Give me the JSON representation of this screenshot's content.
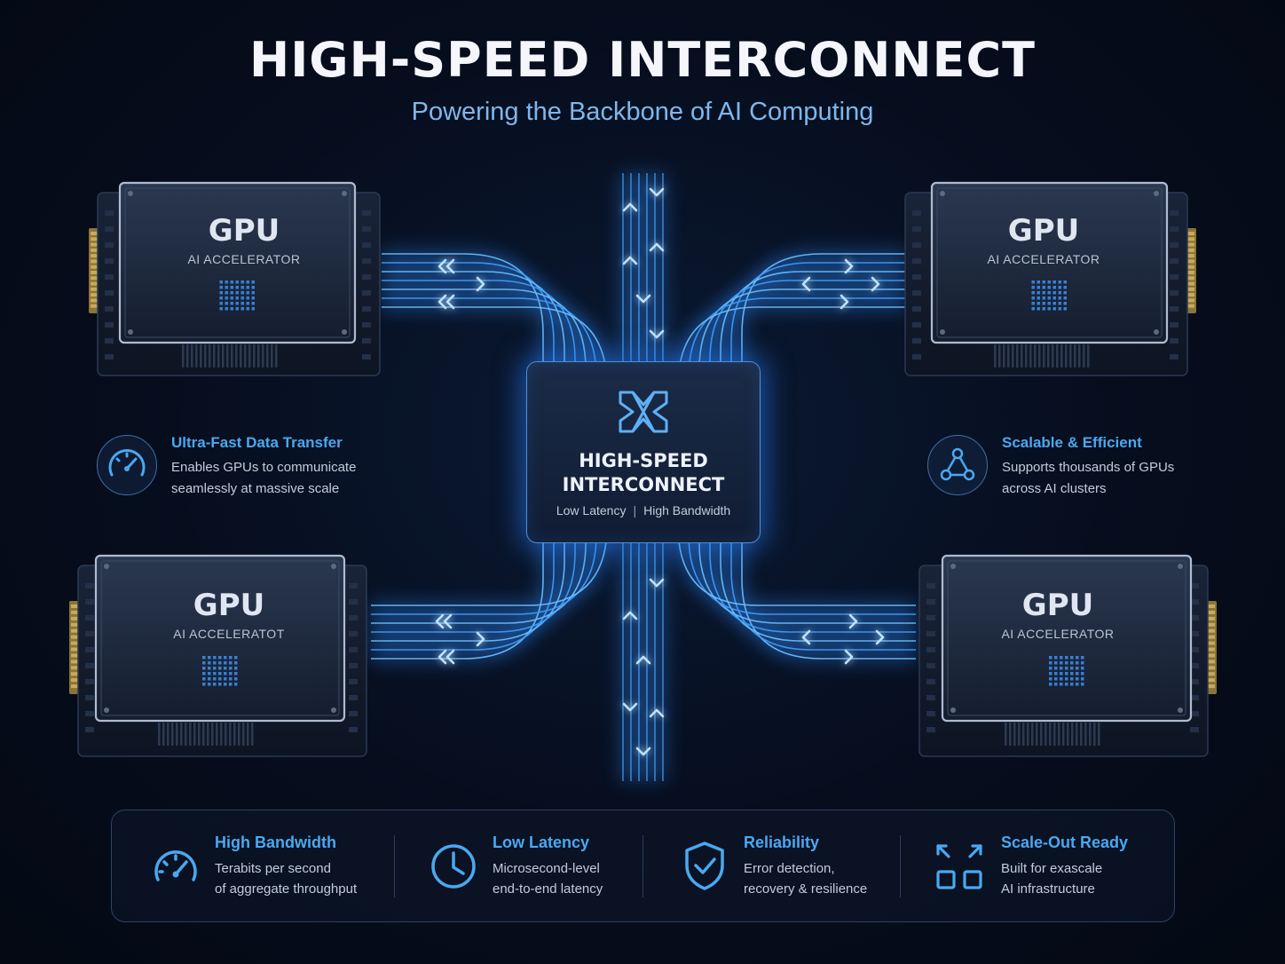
{
  "header": {
    "title": "HIGH-SPEED INTERCONNECT",
    "subtitle": "Powering the Backbone of AI Computing"
  },
  "gpus": [
    {
      "id": "top-left",
      "name": "GPU",
      "label": "AI ACCELERATOR"
    },
    {
      "id": "top-right",
      "name": "GPU",
      "label": "AI ACCELERATOR"
    },
    {
      "id": "bottom-left",
      "name": "GPU",
      "label": "AI ACCELERATOT"
    },
    {
      "id": "bottom-right",
      "name": "GPU",
      "label": "AI ACCELERATOR"
    }
  ],
  "hub": {
    "title_line1": "HIGH-SPEED",
    "title_line2": "INTERCONNECT",
    "sub_left": "Low Latency",
    "sub_sep": "|",
    "sub_right": "High Bandwidth",
    "icon": "interconnect-cross-icon"
  },
  "features": [
    {
      "icon": "speedometer-icon",
      "title": "Ultra-Fast Data Transfer",
      "line1": "Enables GPUs to communicate",
      "line2": "seamlessly at massive scale"
    },
    {
      "icon": "network-triangle-icon",
      "title": "Scalable & Efficient",
      "line1": "Supports thousands of GPUs",
      "line2": "across AI clusters"
    }
  ],
  "bottom_bar": [
    {
      "icon": "speedometer-icon",
      "title": "High Bandwidth",
      "line1": "Terabits per second",
      "line2": "of aggregate throughput"
    },
    {
      "icon": "clock-icon",
      "title": "Low Latency",
      "line1": "Microsecond-level",
      "line2": "end-to-end latency"
    },
    {
      "icon": "shield-check-icon",
      "title": "Reliability",
      "line1": "Error detection,",
      "line2": "recovery & resilience"
    },
    {
      "icon": "expand-arrows-icon",
      "title": "Scale-Out Ready",
      "line1": "Built for exascale",
      "line2": "AI infrastructure"
    }
  ],
  "colors": {
    "accent": "#4aa8f0",
    "glow": "#2f8cff",
    "background": "#060d1d"
  }
}
